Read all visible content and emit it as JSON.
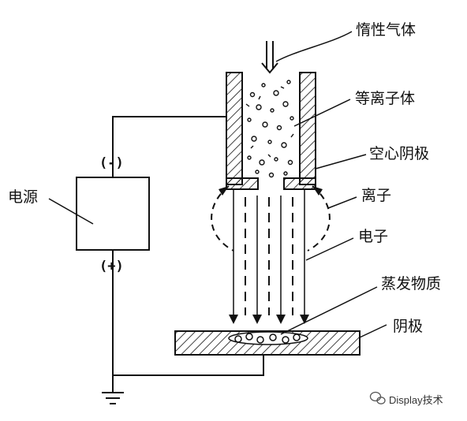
{
  "labels": {
    "inert_gas": "惰性气体",
    "plasma": "等离子体",
    "hollow_cathode": "空心阴极",
    "ions": "离子",
    "electrons": "电子",
    "evaporant": "蒸发物质",
    "cathode": "阴极",
    "power_supply": "电源",
    "negative": "(-)",
    "positive": "(+)"
  },
  "watermark": {
    "text": "Display技术",
    "icon": "wechat-icon"
  },
  "colors": {
    "ink": "#111111",
    "background": "#ffffff"
  }
}
